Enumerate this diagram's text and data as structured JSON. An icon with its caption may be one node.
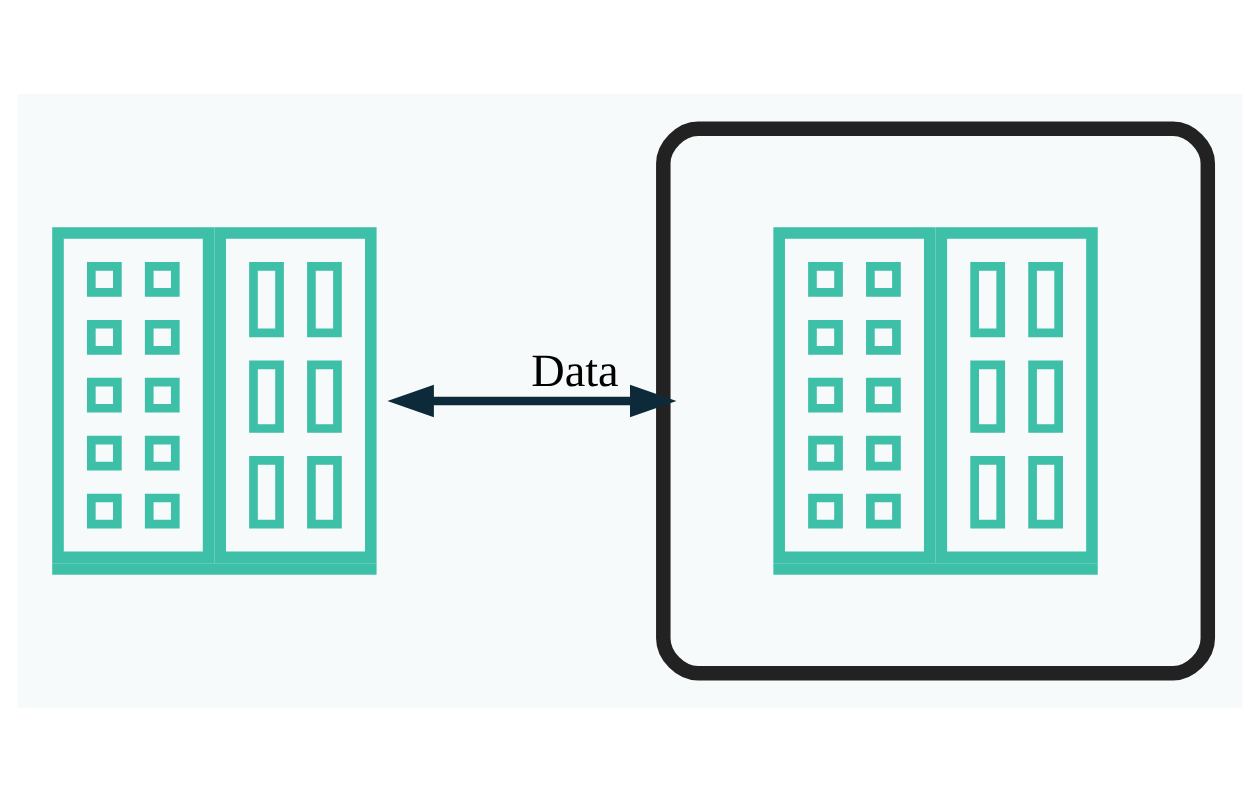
{
  "diagram": {
    "nodes": [
      {
        "text": [],
        "shape": "building"
      },
      {
        "text": [],
        "shape": "cloud"
      },
      {
        "text": [],
        "shape": "building",
        "in": 1
      }
    ],
    "edges": [
      {
        "from": 0,
        "to": 1,
        "arrow": "both",
        "label": "Data"
      }
    ]
  }
}
